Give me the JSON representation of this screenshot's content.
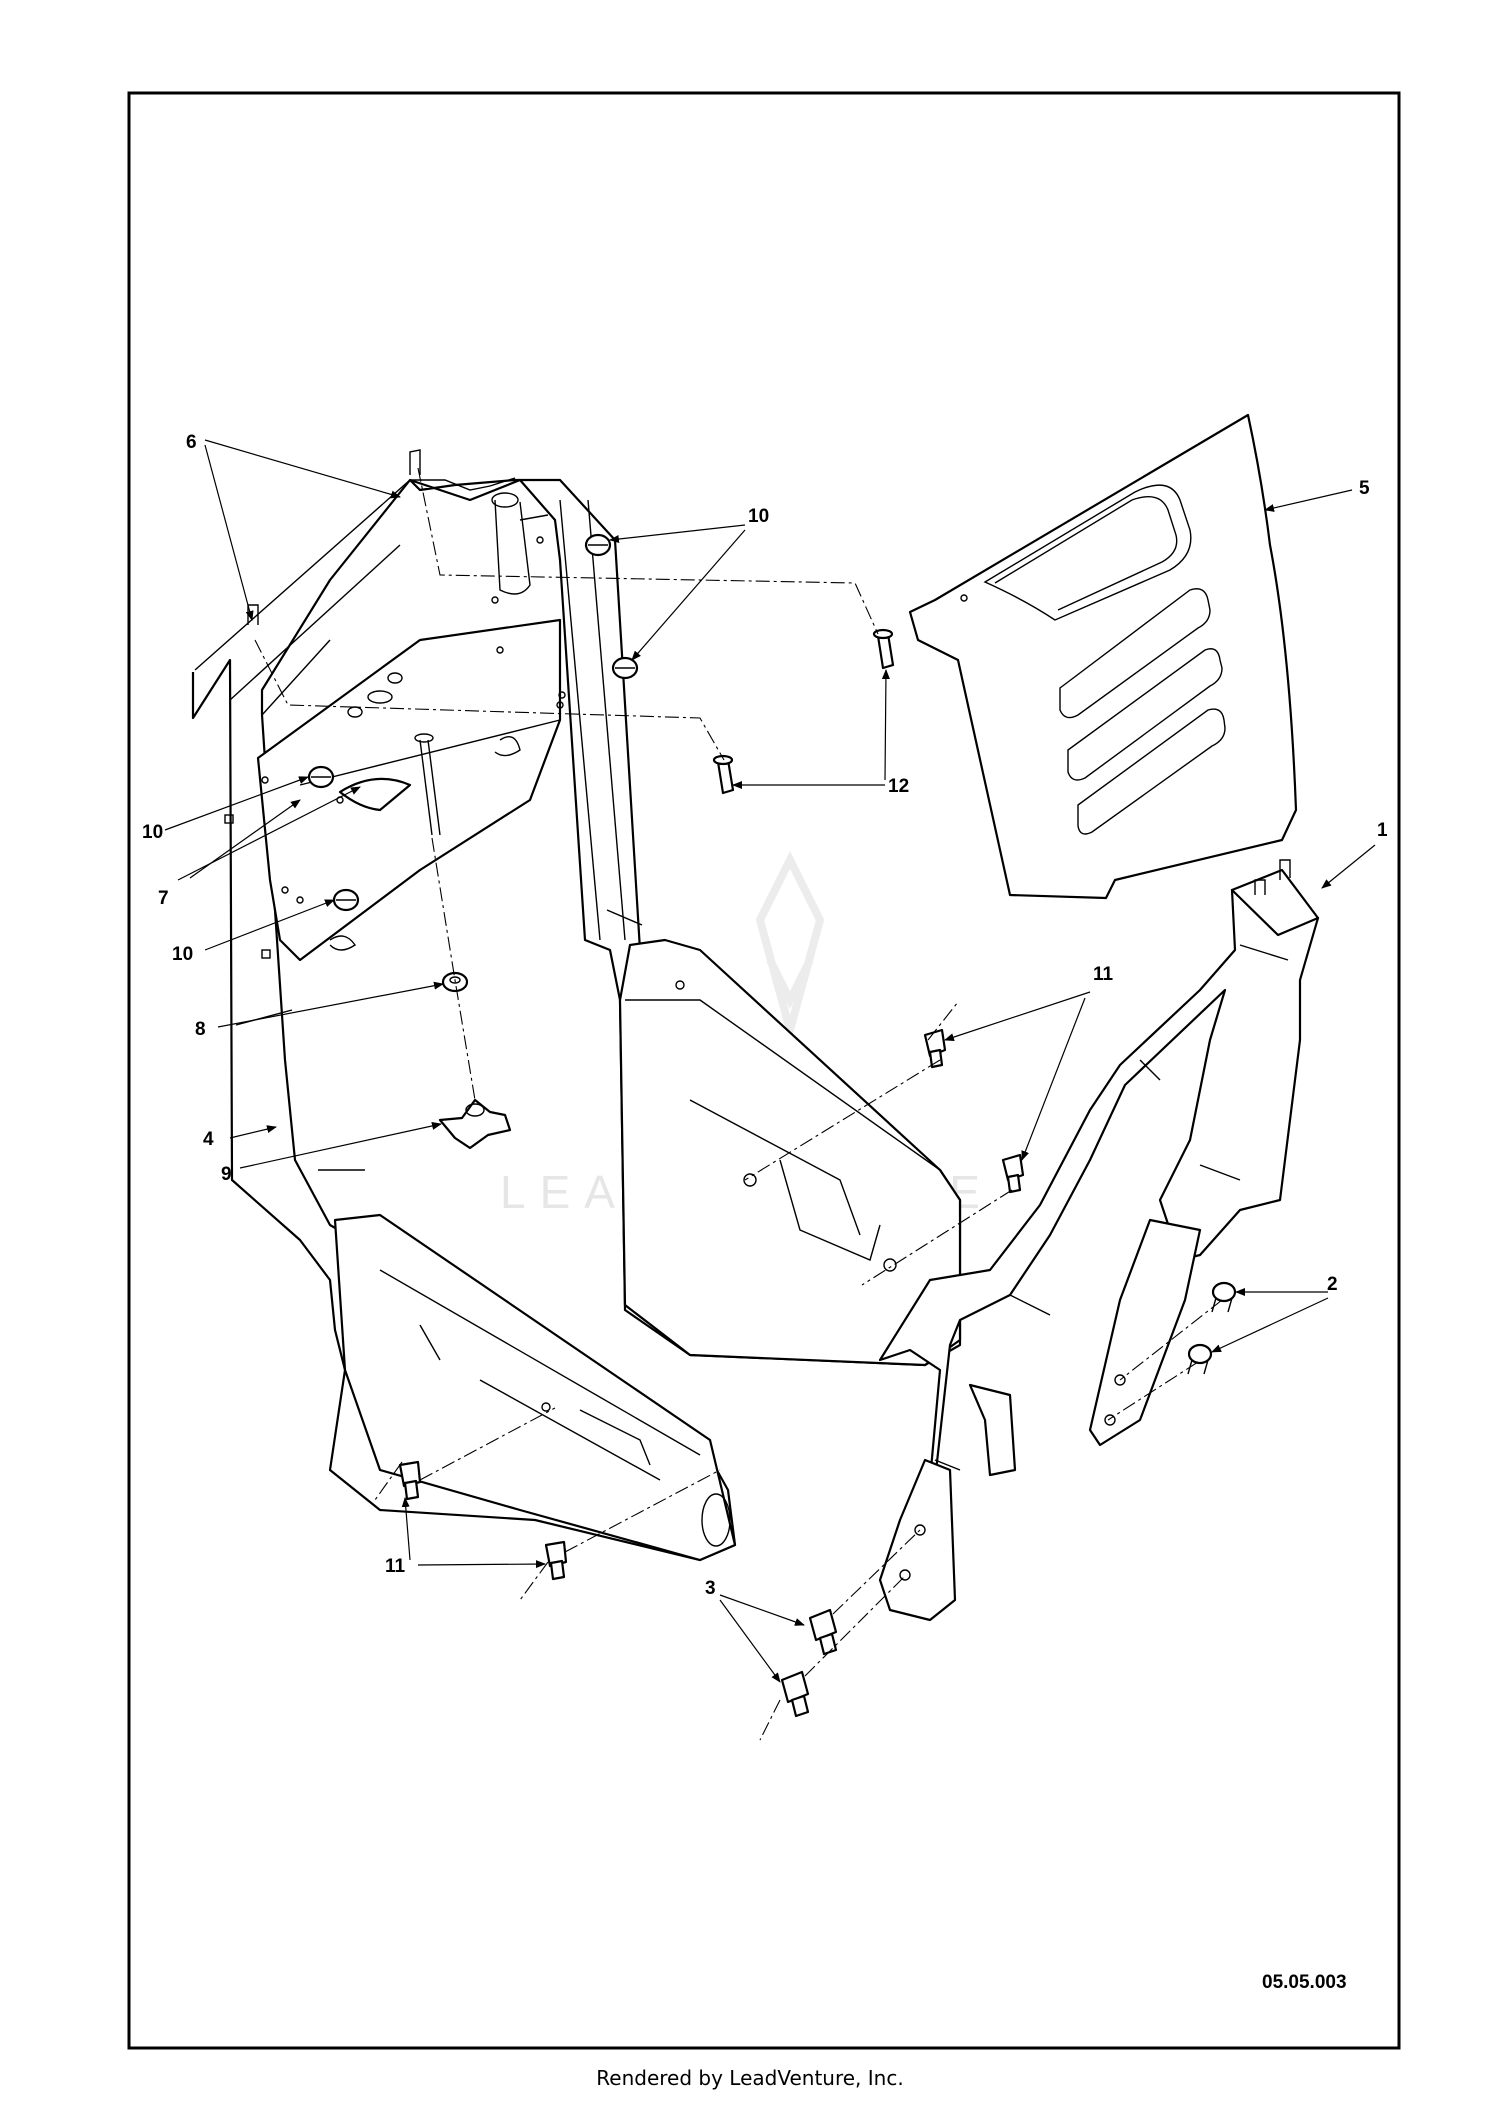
{
  "diagram": {
    "drawing_code": "05.05.003",
    "watermark": "LEADVENTURE",
    "callouts": [
      "1",
      "2",
      "3",
      "4",
      "5",
      "6",
      "7",
      "8",
      "9",
      "10",
      "10",
      "10",
      "11",
      "11",
      "12"
    ]
  },
  "footer": {
    "text": "Rendered by LeadVenture, Inc."
  }
}
